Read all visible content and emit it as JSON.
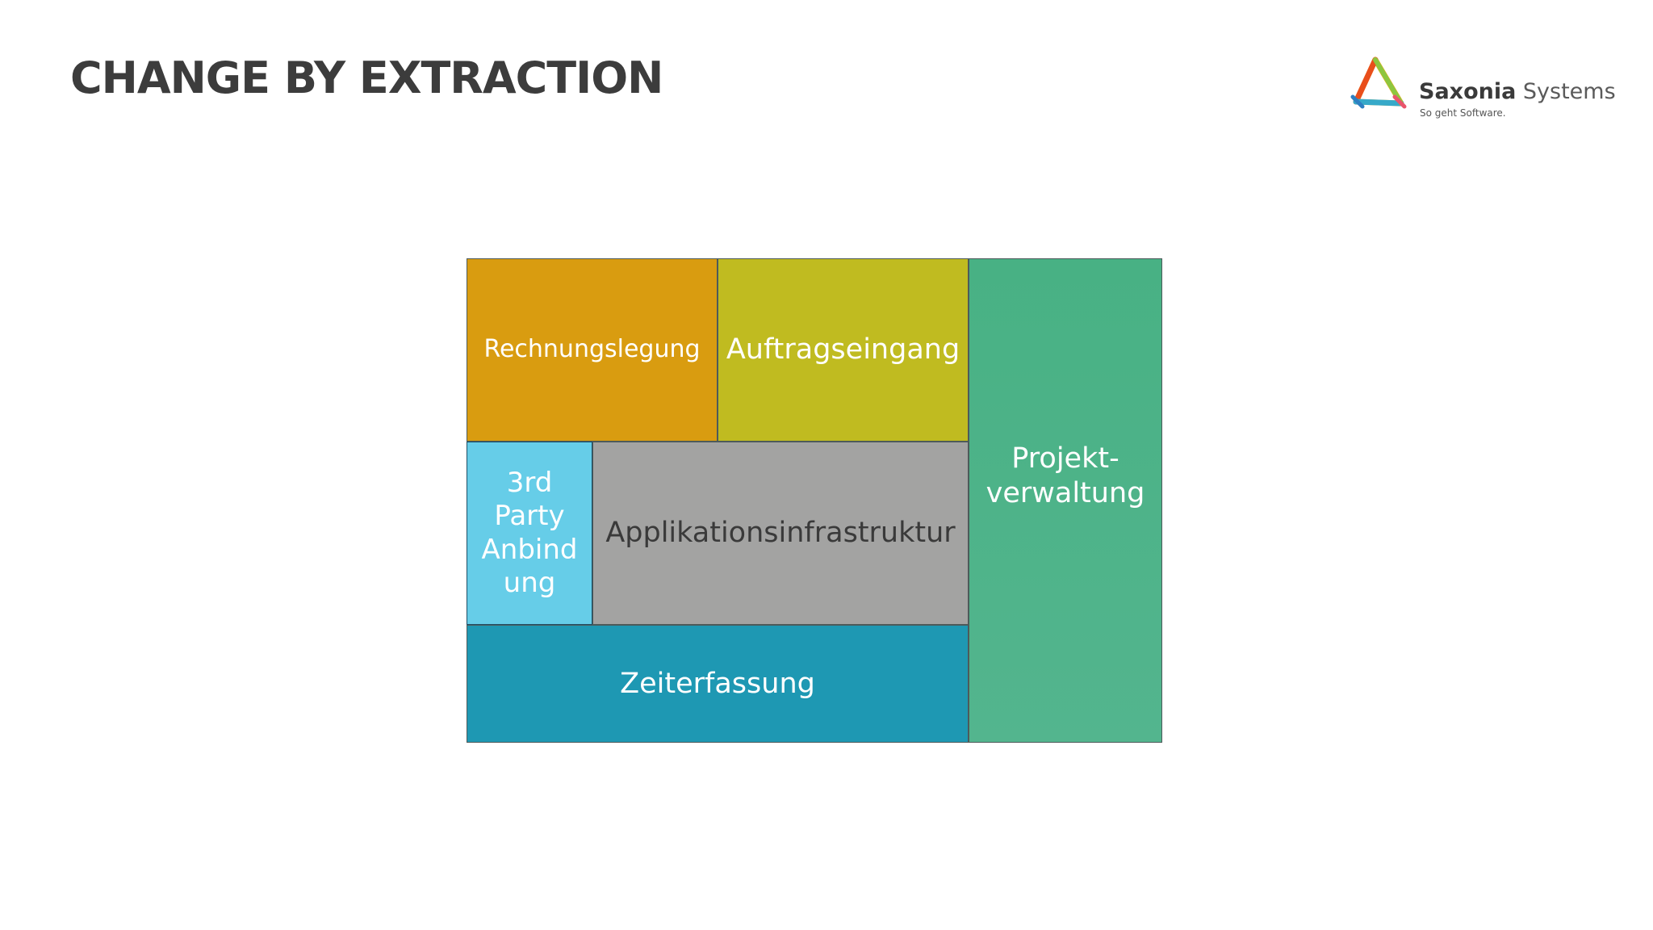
{
  "slide": {
    "title": "CHANGE BY EXTRACTION"
  },
  "logo": {
    "name_bold": "Saxonia",
    "name_light": " Systems",
    "tagline": "So geht Software."
  },
  "diagram": {
    "blocks": {
      "rechnungslegung": "Rechnungslegung",
      "auftragseingang": "Auftragseingang",
      "projektverwaltung": "Projekt-\nverwaltung",
      "third_party": "3rd\nParty\nAnbind\nung",
      "applikationsinfrastruktur": "Applikationsinfrastruktur",
      "zeiterfassung": "Zeiterfassung"
    },
    "colors": {
      "rechnungslegung": "#d99c10",
      "auftragseingang": "#c0bb20",
      "projektverwaltung": "#4db387",
      "third_party": "#66cde8",
      "applikationsinfrastruktur": "#a3a3a2",
      "zeiterfassung": "#1e98b3"
    }
  }
}
